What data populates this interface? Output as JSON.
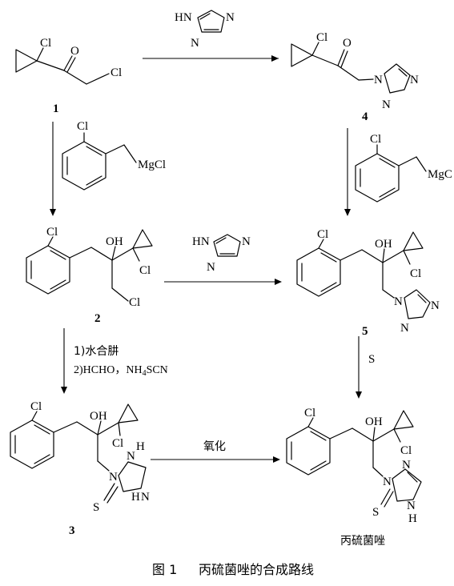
{
  "atoms": {
    "Cl": "Cl",
    "O": "O",
    "OH": "OH",
    "N": "N",
    "H": "H",
    "HN": "HN",
    "S": "S",
    "MgCl": "MgCl",
    "MgC_trunc": "MgC"
  },
  "compounds": {
    "c1": "1",
    "c2": "2",
    "c3": "3",
    "c4": "4",
    "c5": "5",
    "product": "丙硫菌唑"
  },
  "conditions": {
    "step3_line1": "1)水合肼",
    "step3_line2_prefix": "2)HCHO，NH",
    "step3_line2_sub": "4",
    "step3_line2_suffix": "SCN",
    "sulfur": "S",
    "oxidation": "氧化"
  },
  "caption": {
    "label": "图 1",
    "title": "丙硫菌唑的合成路线"
  }
}
